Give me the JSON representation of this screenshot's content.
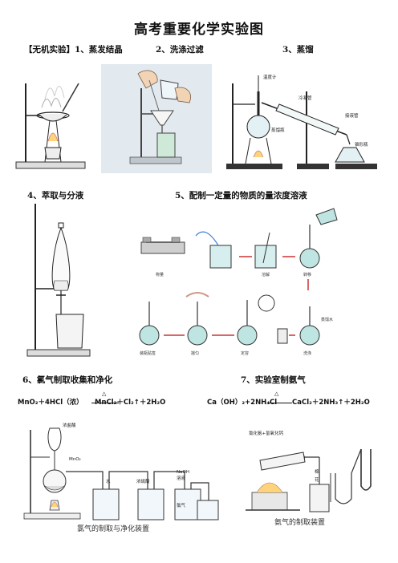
{
  "title": "高考重要化学实验图",
  "row1": {
    "exp1": "【无机实验】1、蒸发结晶",
    "exp2": "2、洗涤过滤",
    "exp3": "3、蒸馏",
    "distill_labels": {
      "thermometer": "温度计",
      "condenser": "冷凝管",
      "flask": "蒸馏瓶",
      "adapter": "接液管",
      "receiver": "锥形瓶"
    }
  },
  "row2": {
    "exp4": "4、萃取与分液",
    "exp5": "5、配制一定量的物质的量浓度溶液",
    "steps": [
      "称量",
      "溶解",
      "转移",
      "洗涤",
      "定容",
      "摇匀",
      "装瓶贴签"
    ],
    "side_label": "蒸馏水"
  },
  "row3": {
    "exp6": "6、氯气制取收集和净化",
    "exp7": "7、实验室制氨气",
    "eq6_left": "MnO₂＋4HCl（浓）",
    "eq6_right": "MnCl₂＋Cl₂↑＋2H₂O",
    "eq7_left": "Ca（OH）₂+2NH₄Cl",
    "eq7_right": "CaCl₂＋2NH₃↑＋2H₂O",
    "heat": "△",
    "chlorine": {
      "hcl": "浓盐酸",
      "mno2": "MnO₂",
      "water": "水",
      "h2so4": "浓硫酸",
      "naoh_line1": "NaOH",
      "naoh_line2": "溶液",
      "gas": "氯气",
      "caption": "氯气的制取与净化装置"
    },
    "ammonia": {
      "reagent": "氯化氨+氢氧化钙",
      "cotton_line1": "棉",
      "cotton_line2": "花",
      "caption": "氨气的制取装置"
    }
  }
}
